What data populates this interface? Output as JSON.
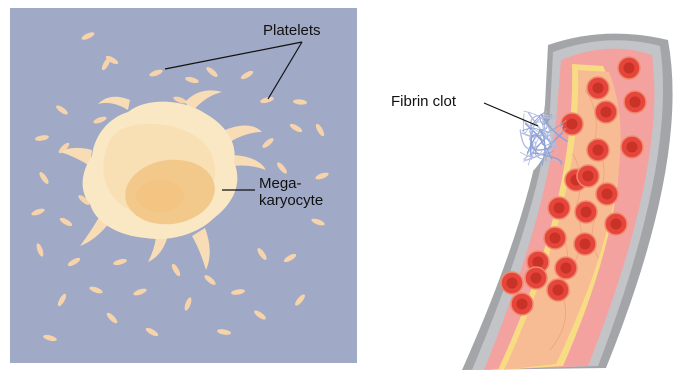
{
  "left_panel": {
    "background": "#a0a9c5",
    "labels": {
      "platelets": "Platelets",
      "megakaryocyte": "Mega-\nkaryocyte"
    }
  },
  "right_panel": {
    "labels": {
      "fibrin_clot": "Fibrin clot"
    }
  },
  "colors": {
    "panel_bg": "#a0a9c5",
    "platelet": "#f6d3ab",
    "cell_body": "#fae7c4",
    "nucleus": "#f3c98b",
    "vessel_wall": "#a3a5a8",
    "vessel_outer_layer": "#f4a2a0",
    "vessel_inner_line": "#f7dc84",
    "lumen": "#f7bc93",
    "red_blood_cell": "#e5453a",
    "fibrin_strands": [
      "#8ea2d6",
      "#b4bde0"
    ]
  }
}
